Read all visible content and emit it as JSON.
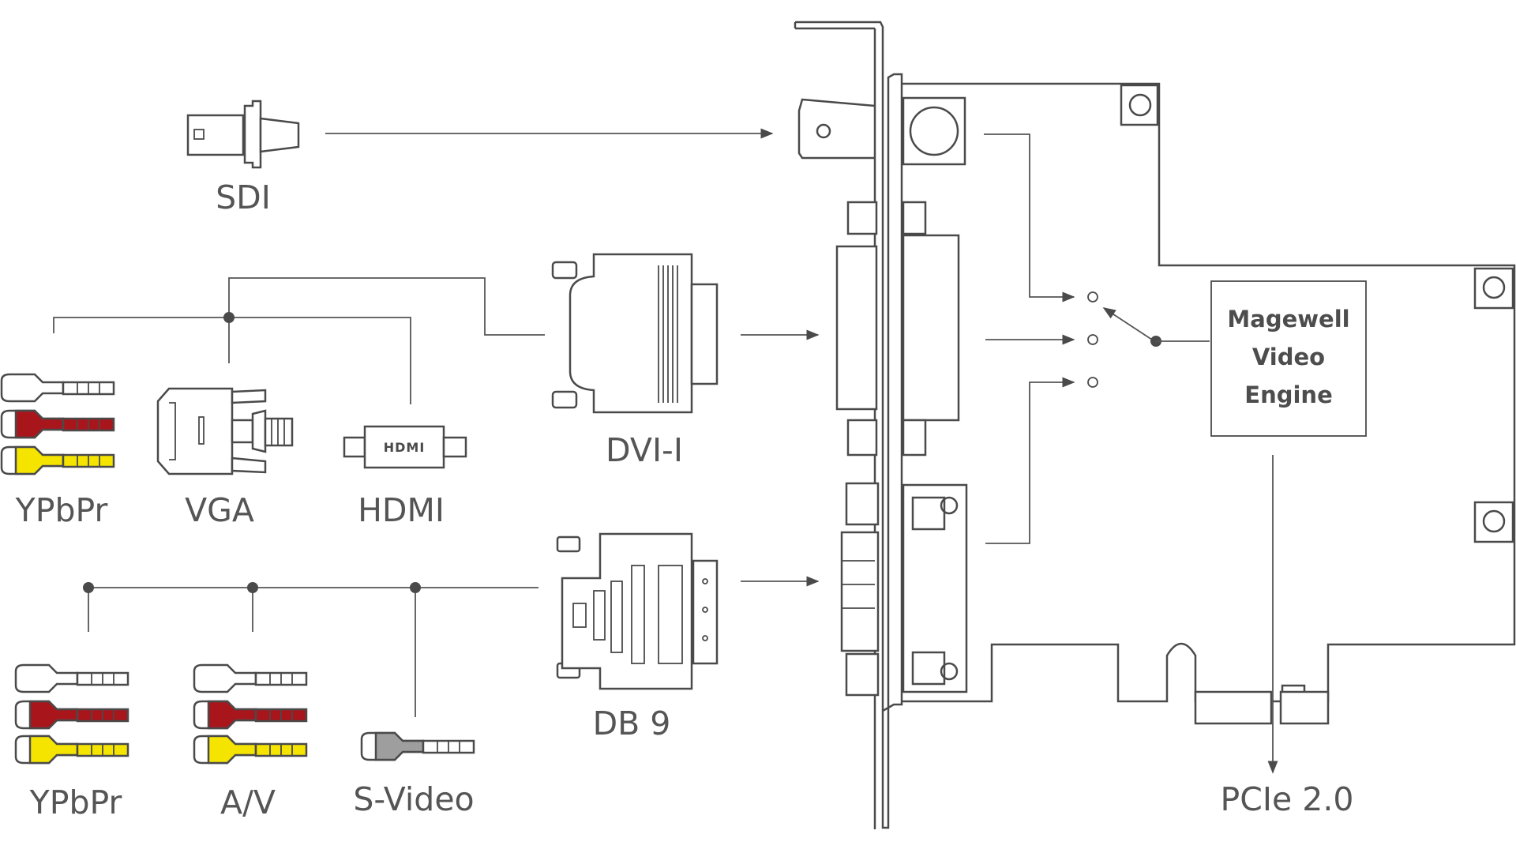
{
  "colors": {
    "line": "#4a4a4a",
    "label": "#555555",
    "white_plug": "#ffffff",
    "red_plug": "#a8161c",
    "yellow_plug": "#f5e400",
    "gray_plug": "#9e9e9e"
  },
  "connectors": {
    "sdi": "SDI",
    "dvi": "DVI-I",
    "db9": "DB 9",
    "ypbpr_top": "YPbPr",
    "vga": "VGA",
    "hdmi": "HDMI",
    "ypbpr_bottom": "YPbPr",
    "av": "A/V",
    "svideo": "S-Video"
  },
  "hdmi_logo": "HDMI",
  "engine": {
    "line1": "Magewell",
    "line2": "Video",
    "line3": "Engine"
  },
  "bus": "PCIe 2.0"
}
